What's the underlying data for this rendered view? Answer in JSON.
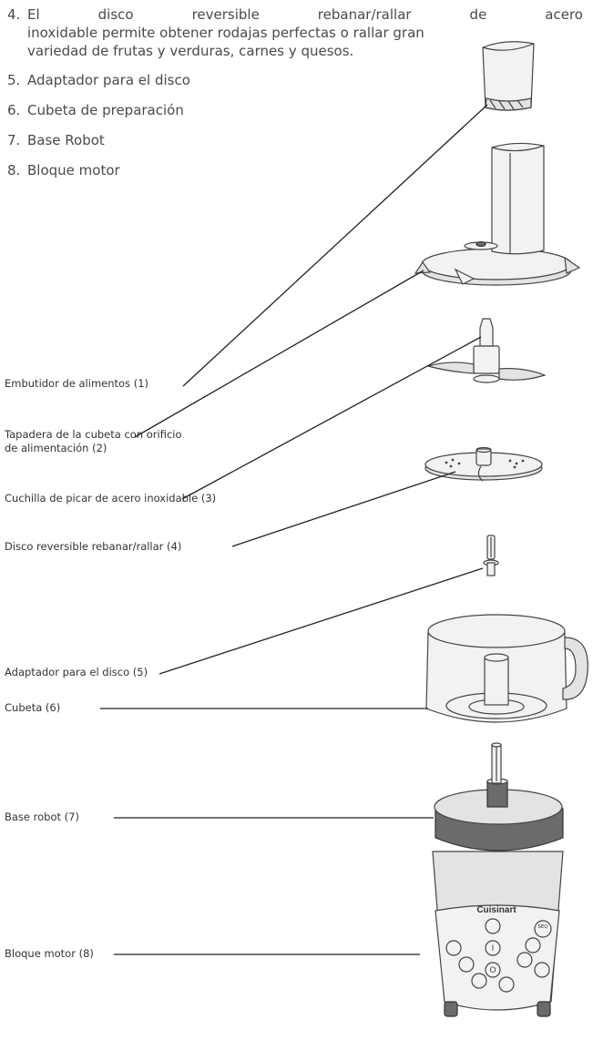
{
  "list": {
    "item4": {
      "number": "4.",
      "words_line1": [
        "El",
        "disco",
        "reversible",
        "rebanar/rallar",
        "de",
        "acero"
      ],
      "rest": "inoxidable permite obtener rodajas perfectas o rallar gran variedad de frutas y verduras, carnes y quesos."
    },
    "items": [
      {
        "number": "5.",
        "text": "Adaptador para el disco"
      },
      {
        "number": "6.",
        "text": "Cubeta de preparación"
      },
      {
        "number": "7.",
        "text": "Base Robot"
      },
      {
        "number": "8.",
        "text": "Bloque motor"
      }
    ]
  },
  "callouts": {
    "pusher": "Embutidor de alimentos (1)",
    "lid_line1": "Tapadera de la cubeta con orificio",
    "lid_line2": "de alimentación (2)",
    "blade": "Cuchilla de picar de acero inoxidable (3)",
    "disc": "Disco reversible rebanar/rallar (4)",
    "adapter": "Adaptador para el disco (5)",
    "bowl": "Cubeta (6)",
    "base": "Base robot (7)",
    "motor": "Bloque motor (8)"
  },
  "brand": "Cuisinart",
  "control_panel": {
    "seq_label": "SEQ"
  }
}
